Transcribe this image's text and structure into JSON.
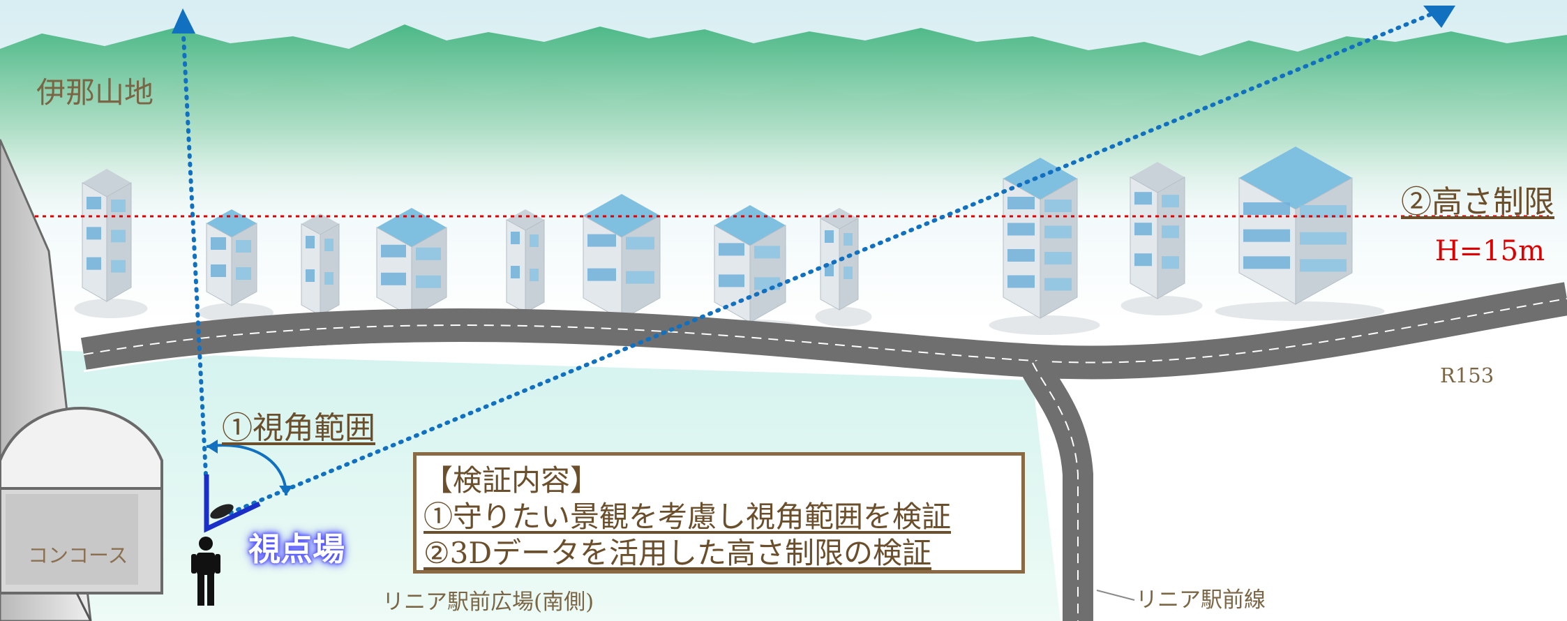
{
  "labels": {
    "mountains": "伊那山地",
    "height_limit": "②高さ制限",
    "height_value": "H=15m",
    "road_route": "R153",
    "view_angle": "①視角範囲",
    "viewpoint": "視点場",
    "concourse": "コンコース",
    "plaza": "リニア駅前広場(南側)",
    "station_line": "リニア駅前線"
  },
  "verification": {
    "heading": "【検証内容】",
    "items": [
      "①守りたい景観を考慮し視角範囲を検証",
      "②3Dデータを活用した高さ制限の検証"
    ]
  },
  "colors": {
    "sight_lines": "#1170c0",
    "height_line": "#dd0000",
    "text_brown": "#6b4f2c",
    "frame_brown": "#8a6a45",
    "mountain_green": "#3aaa7a",
    "road": "#6f6f6f",
    "viewpoint_marker": "#1a2fc8"
  }
}
